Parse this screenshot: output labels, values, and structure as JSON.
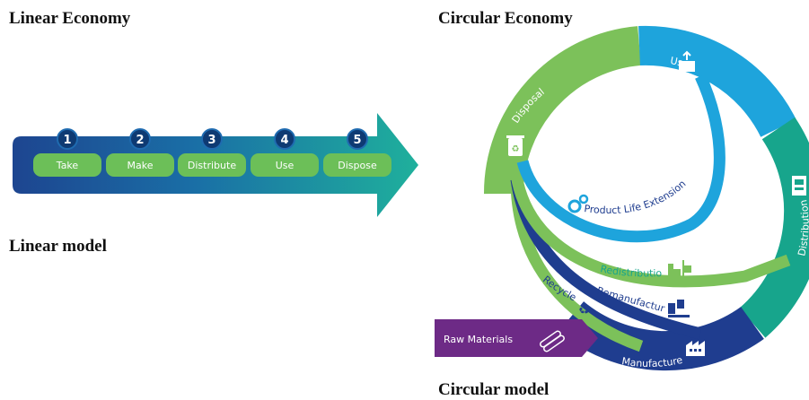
{
  "headings": {
    "linear_economy": "Linear Economy",
    "circular_economy": "Circular Economy",
    "linear_model": "Linear model",
    "circular_model": "Circular model"
  },
  "linear_steps": [
    {
      "number": "1",
      "label": "Take"
    },
    {
      "number": "2",
      "label": "Make"
    },
    {
      "number": "3",
      "label": "Distribute"
    },
    {
      "number": "4",
      "label": "Use"
    },
    {
      "number": "5",
      "label": "Dispose"
    }
  ],
  "circular": {
    "outer_stages": {
      "use": "Use",
      "distribution": "Distribution",
      "manufacture": "Manufacture",
      "disposal": "Disposal"
    },
    "inner_loops": {
      "product_life_extension": "Product Life Extension",
      "redistribution": "Redistribution",
      "remanufacture": "Remanufacture",
      "recycle": "Recycle"
    },
    "raw_materials": "Raw Materials"
  },
  "colors": {
    "dark_blue": "#1f3d8f",
    "teal": "#17a58c",
    "light_blue": "#1ea4dc",
    "green": "#7cc15a",
    "purple": "#6d2a86",
    "step_pill": "#6cbf58",
    "step_circle": "#0e3a73"
  },
  "icons": {
    "use": "box-arrow-icon",
    "distribution": "truck-icon",
    "manufacture": "factory-icon",
    "disposal": "recycle-bin-icon",
    "product_life_extension": "gears-icon",
    "redistribution": "forklift-icon",
    "remanufacture": "conveyor-icon",
    "recycle": "recycle-icon",
    "raw_materials": "pipes-icon"
  }
}
